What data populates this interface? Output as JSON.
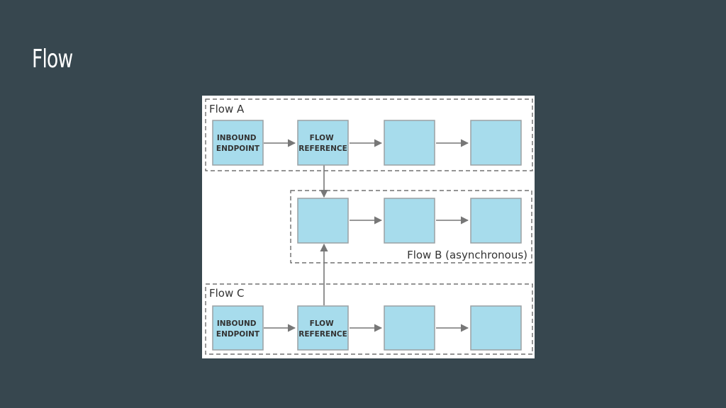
{
  "slide": {
    "title": "Flow"
  },
  "diagram": {
    "colors": {
      "node_fill": "#a7dcec",
      "node_stroke": "#9aa0a3",
      "edge": "#777777",
      "group_border": "#555555"
    },
    "groups": {
      "flow_a": {
        "label": "Flow A"
      },
      "flow_b": {
        "label": "Flow B (asynchronous)"
      },
      "flow_c": {
        "label": "Flow C"
      }
    },
    "nodes": {
      "a1": {
        "line1": "INBOUND",
        "line2": "ENDPOINT"
      },
      "a2": {
        "line1": "FLOW",
        "line2": "REFERENCE"
      },
      "a3": {
        "line1": "",
        "line2": ""
      },
      "a4": {
        "line1": "",
        "line2": ""
      },
      "b1": {
        "line1": "",
        "line2": ""
      },
      "b2": {
        "line1": "",
        "line2": ""
      },
      "b3": {
        "line1": "",
        "line2": ""
      },
      "c1": {
        "line1": "INBOUND",
        "line2": "ENDPOINT"
      },
      "c2": {
        "line1": "FLOW",
        "line2": "REFERENCE"
      },
      "c3": {
        "line1": "",
        "line2": ""
      },
      "c4": {
        "line1": "",
        "line2": ""
      }
    },
    "edges": [
      {
        "from": "a1",
        "to": "a2"
      },
      {
        "from": "a2",
        "to": "a3"
      },
      {
        "from": "a3",
        "to": "a4"
      },
      {
        "from": "a2",
        "to": "b1"
      },
      {
        "from": "b1",
        "to": "b2"
      },
      {
        "from": "b2",
        "to": "b3"
      },
      {
        "from": "c2",
        "to": "b1"
      },
      {
        "from": "c1",
        "to": "c2"
      },
      {
        "from": "c2",
        "to": "c3"
      },
      {
        "from": "c3",
        "to": "c4"
      }
    ]
  }
}
